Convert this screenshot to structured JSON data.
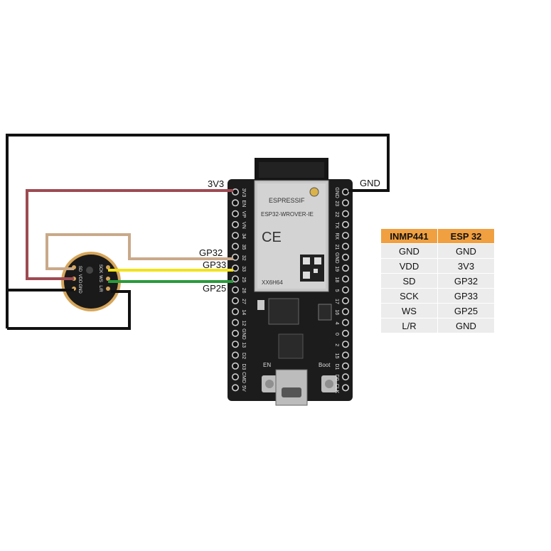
{
  "wire_labels": {
    "v33": "3V3",
    "gnd": "GND",
    "gp32": "GP32",
    "gp33": "GP33",
    "gp25": "GP25"
  },
  "module": {
    "brand": "ESPRESSIF",
    "model": "ESP32-WROVER-IE",
    "ce_mark": "CE",
    "small_text": "XX6H64",
    "en_label": "EN",
    "boot_label": "Boot"
  },
  "left_header_pins": [
    "3V3",
    "EN",
    "VP",
    "VN",
    "34",
    "35",
    "32",
    "33",
    "25",
    "26",
    "27",
    "14",
    "12",
    "GND",
    "13",
    "D2",
    "D3",
    "CMD",
    "5V"
  ],
  "right_header_pins": [
    "GND",
    "23",
    "22",
    "TX",
    "RX",
    "21",
    "GND",
    "19",
    "18",
    "5",
    "17",
    "16",
    "4",
    "0",
    "2",
    "15",
    "D1",
    "D0",
    "CLK"
  ],
  "mic_pins": [
    "SD",
    "VDD",
    "GND",
    "SCK",
    "WS",
    "L/R"
  ],
  "table": {
    "headers": [
      "INMP441",
      "ESP 32"
    ],
    "rows": [
      [
        "GND",
        "GND"
      ],
      [
        "VDD",
        "3V3"
      ],
      [
        "SD",
        "GP32"
      ],
      [
        "SCK",
        "GP33"
      ],
      [
        "WS",
        "GP25"
      ],
      [
        "L/R",
        "GND"
      ]
    ]
  },
  "colors": {
    "gnd_wire": "#111111",
    "vdd_wire": "#9e4a52",
    "sd_wire": "#c9a98a",
    "sck_wire": "#f2e21c",
    "ws_wire": "#2a9a3c",
    "table_header": "#f0a040",
    "table_cell": "#ececec",
    "board": "#1c1c1c",
    "module_shield": "#c8c8c8"
  }
}
